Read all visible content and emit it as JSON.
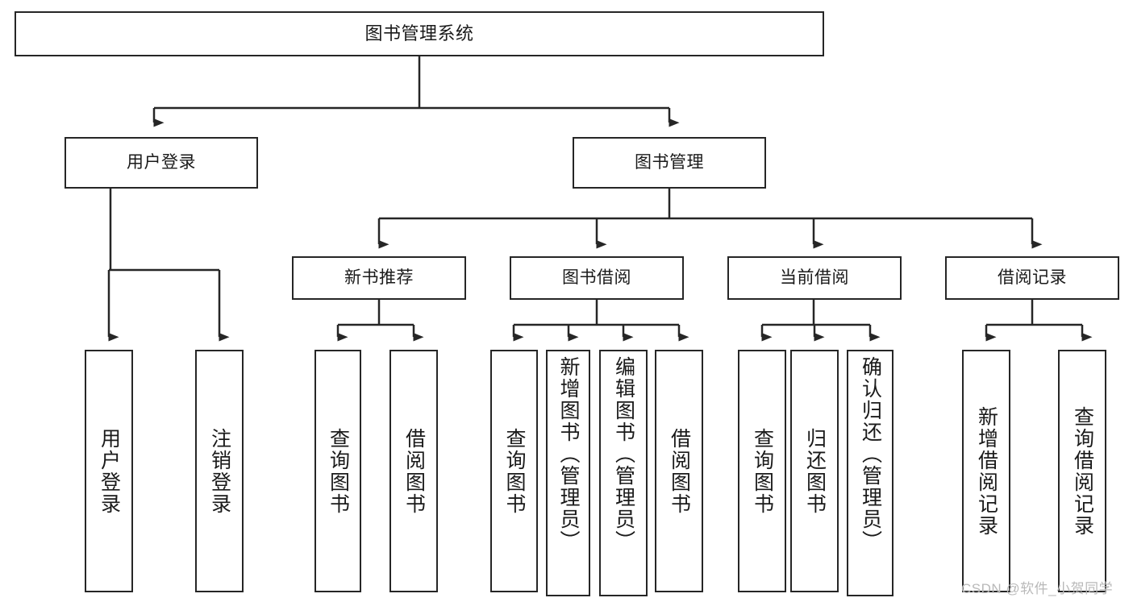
{
  "diagram": {
    "type": "tree-hierarchy-chart",
    "title": "图书管理系统",
    "line_color": "#262626",
    "box_fill": "#ffffff",
    "text_color": "#1a1a1a",
    "nodes": {
      "root": {
        "label": "图书管理系统"
      },
      "level2": [
        {
          "id": "user-login",
          "label": "用户登录"
        },
        {
          "id": "book-manage",
          "label": "图书管理"
        }
      ],
      "level3": [
        {
          "id": "new-book-recommend",
          "label": "新书推荐"
        },
        {
          "id": "book-borrow",
          "label": "图书借阅"
        },
        {
          "id": "current-borrow",
          "label": "当前借阅"
        },
        {
          "id": "borrow-record",
          "label": "借阅记录"
        }
      ],
      "leaves": {
        "user_login": [
          {
            "id": "leaf-user-login",
            "label": "用户登录"
          },
          {
            "id": "leaf-logout-login",
            "label": "注销登录"
          }
        ],
        "new_book_recommend": [
          {
            "id": "leaf-query-book-1",
            "label": "查询图书"
          },
          {
            "id": "leaf-borrow-book-1",
            "label": "借阅图书"
          }
        ],
        "book_borrow": [
          {
            "id": "leaf-query-book-2",
            "label": "查询图书"
          },
          {
            "id": "leaf-add-book",
            "label": "新增图书（管理员）"
          },
          {
            "id": "leaf-edit-book",
            "label": "编辑图书（管理员）"
          },
          {
            "id": "leaf-borrow-book-2",
            "label": "借阅图书"
          }
        ],
        "current_borrow": [
          {
            "id": "leaf-query-book-3",
            "label": "查询图书"
          },
          {
            "id": "leaf-return-book",
            "label": "归还图书"
          },
          {
            "id": "leaf-confirm-return",
            "label": "确认归还（管理员）"
          }
        ],
        "borrow_record": [
          {
            "id": "leaf-add-borrow-record",
            "label": "新增借阅记录"
          },
          {
            "id": "leaf-query-borrow-record",
            "label": "查询借阅记录"
          }
        ]
      }
    }
  },
  "watermark": {
    "text": "CSDN @软件_小贺同学"
  }
}
